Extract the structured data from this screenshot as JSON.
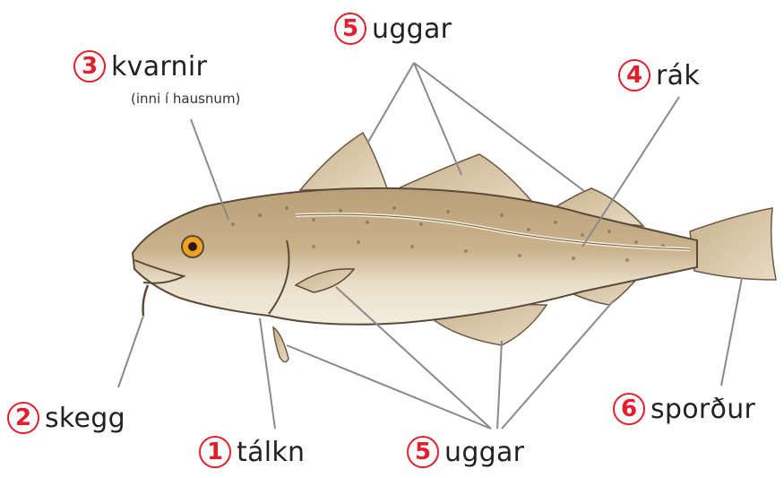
{
  "labels": {
    "tálkn": {
      "number": "1",
      "text": "tálkn"
    },
    "skegg": {
      "number": "2",
      "text": "skegg"
    },
    "kvarnir": {
      "number": "3",
      "text": "kvarnir",
      "note": "(inni í hausnum)"
    },
    "rák": {
      "number": "4",
      "text": "rák"
    },
    "uggar_top": {
      "number": "5",
      "text": "uggar"
    },
    "uggar_bottom": {
      "number": "5",
      "text": "uggar"
    },
    "sporður": {
      "number": "6",
      "text": "sporður"
    }
  },
  "colors": {
    "badge": "#e31e2d",
    "leader": "#8a8a8a",
    "fish_body": "#c9ad86",
    "fish_belly": "#efe6d4"
  }
}
